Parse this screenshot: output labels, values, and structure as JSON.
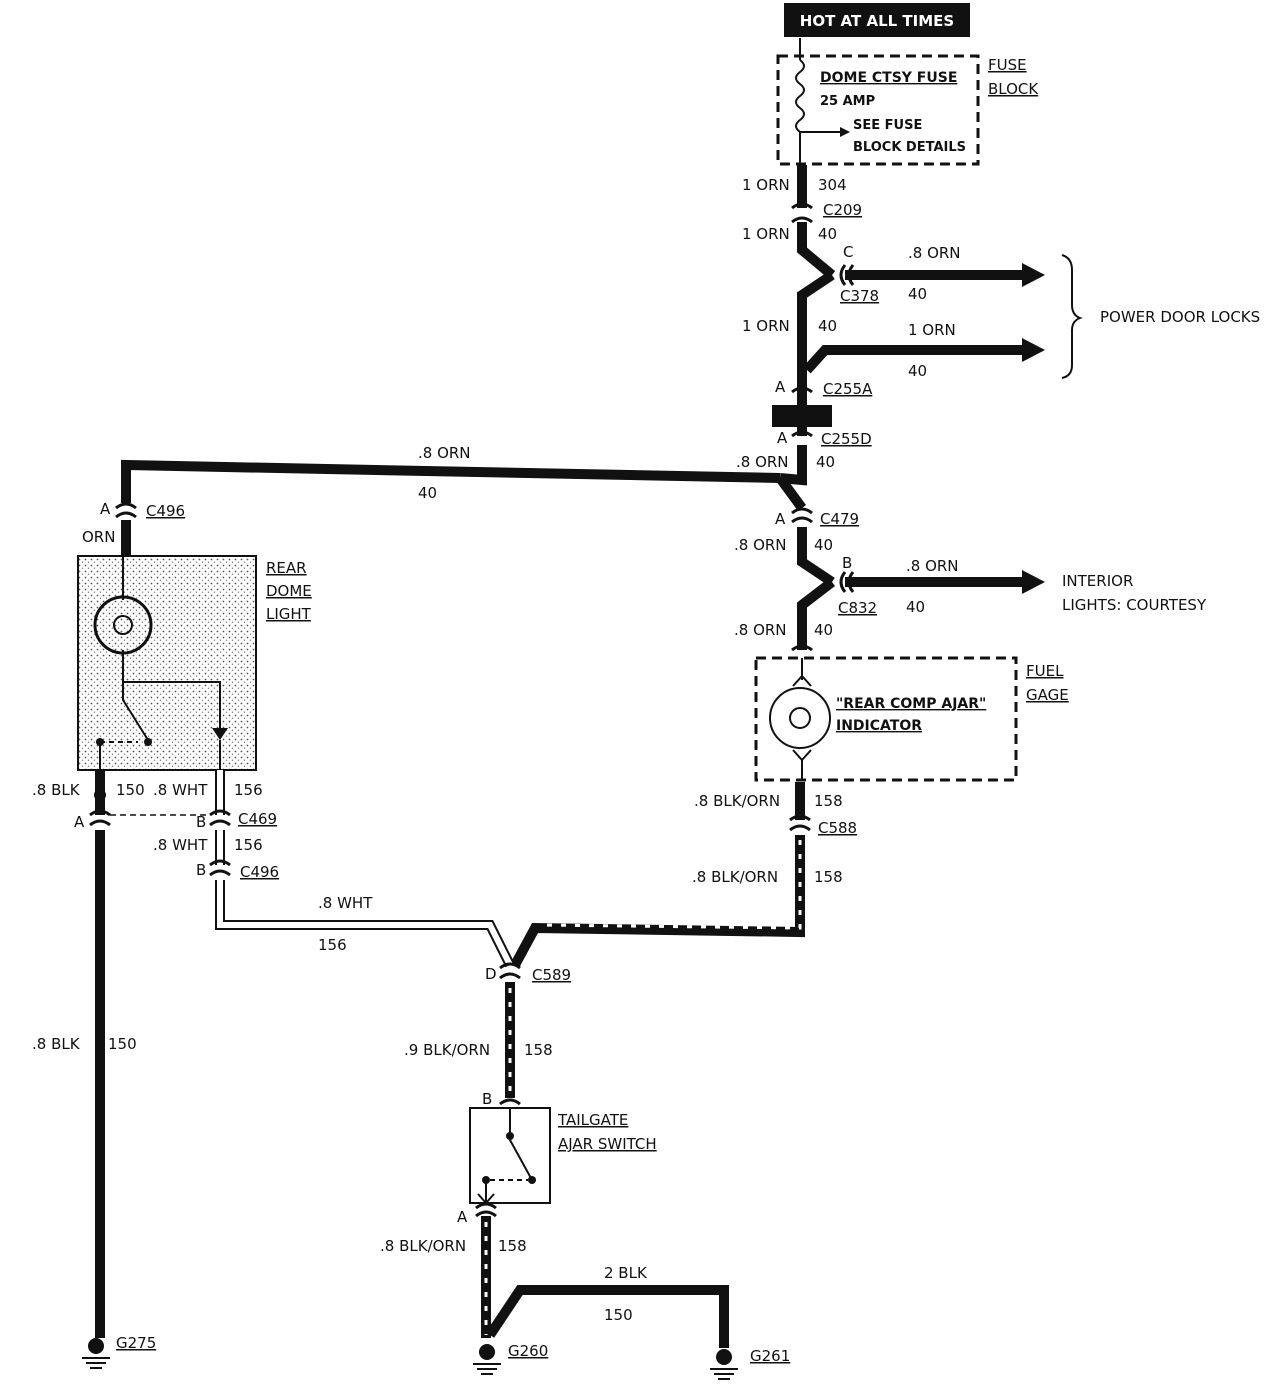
{
  "header": {
    "hot_label": "HOT AT ALL TIMES"
  },
  "fuse": {
    "name": "DOME CTSY FUSE",
    "amp": "25 AMP",
    "details_line1": "SEE FUSE",
    "details_line2": "BLOCK DETAILS",
    "block_line1": "FUSE",
    "block_line2": "BLOCK"
  },
  "connectors": {
    "c209": "C209",
    "c378": "C378",
    "c255a": "C255A",
    "c255d": "C255D",
    "c479": "C479",
    "c832": "C832",
    "c588": "C588",
    "c589": "C589",
    "c496_top": "C496",
    "c469": "C469",
    "c496_low": "C496"
  },
  "pins": {
    "c378": "C",
    "c255a": "A",
    "c255d": "A",
    "c479": "A",
    "c832": "B",
    "c496_top": "A",
    "c469_a": "A",
    "c469_b": "B",
    "c496_b": "B",
    "c589": "D",
    "switch_b": "B",
    "switch_a": "A"
  },
  "wires": {
    "w1": [
      "1 ORN",
      "304"
    ],
    "w2": [
      "1 ORN",
      "40"
    ],
    "w3": [
      "1 ORN",
      "40"
    ],
    "pdl1": [
      ".8 ORN",
      "40"
    ],
    "pdl2": [
      "1 ORN",
      "40"
    ],
    "top_run": [
      ".8 ORN",
      "40"
    ],
    "w4": [
      ".8 ORN",
      "40"
    ],
    "w5": [
      ".8 ORN",
      "40"
    ],
    "w6": [
      ".8 ORN",
      "40"
    ],
    "int_branch": [
      ".8 ORN",
      "40"
    ],
    "orn_short": "ORN",
    "blk_top": [
      ".8 BLK",
      "150"
    ],
    "wht_top": [
      ".8 WHT",
      "156"
    ],
    "wht_mid": [
      ".8 WHT",
      "156"
    ],
    "wht_run": [
      ".8 WHT",
      "156"
    ],
    "blkorn_1": [
      ".8 BLK/ORN",
      "158"
    ],
    "blkorn_2": [
      ".8 BLK/ORN",
      "158"
    ],
    "blkorn_3": [
      ".9 BLK/ORN",
      "158"
    ],
    "blkorn_4": [
      ".8 BLK/ORN",
      "158"
    ],
    "blk_long": [
      ".8 BLK",
      "150"
    ],
    "blk_2": [
      "2 BLK",
      "150"
    ]
  },
  "components": {
    "power_door_locks": "POWER DOOR LOCKS",
    "interior_line1": "INTERIOR",
    "interior_line2": "LIGHTS: COURTESY",
    "fuel_gage_line1": "FUEL",
    "fuel_gage_line2": "GAGE",
    "indicator_line1": "\"REAR COMP AJAR\"",
    "indicator_line2": "INDICATOR",
    "rear_dome_line1": "REAR",
    "rear_dome_line2": "DOME",
    "rear_dome_line3": "LIGHT",
    "tailgate_line1": "TAILGATE",
    "tailgate_line2": "AJAR SWITCH"
  },
  "grounds": {
    "g275": "G275",
    "g260": "G260",
    "g261": "G261"
  }
}
